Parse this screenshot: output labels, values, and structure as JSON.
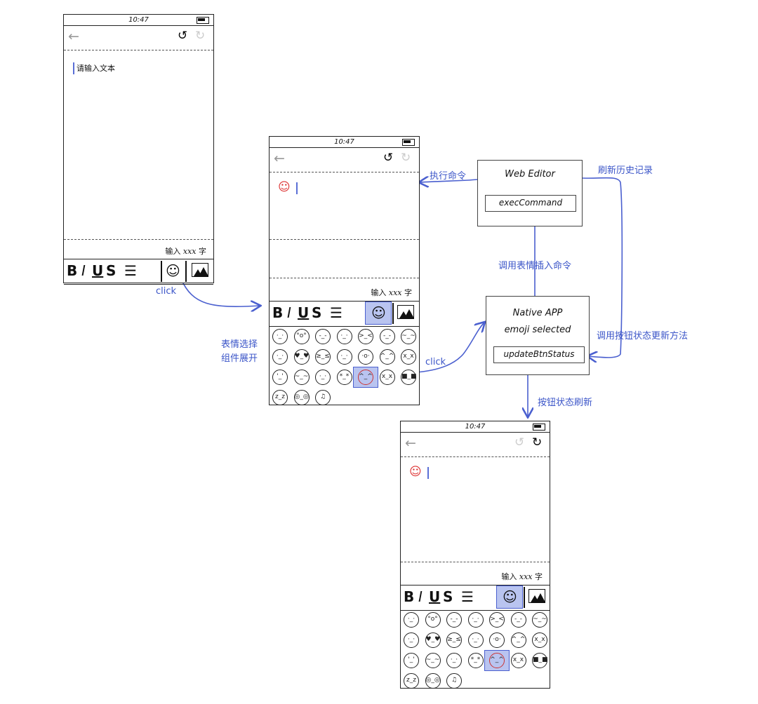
{
  "time": "10:47",
  "placeholder_text": "请输入文本",
  "word_count": {
    "prefix": "输入",
    "value": "xxx",
    "suffix": "字"
  },
  "toolbar": {
    "bold": "B",
    "italic": "I",
    "underline": "U",
    "strike": "S",
    "list": "☰"
  },
  "boxes": {
    "web_editor": {
      "title": "Web Editor",
      "method": "execCommand"
    },
    "native_app": {
      "title_line1": "Native APP",
      "title_line2": "emoji selected",
      "method": "updateBtnStatus"
    }
  },
  "labels": {
    "click_1": "click",
    "click_2": "click",
    "execute_command": "执行命令",
    "refresh_history": "刷新历史记录",
    "call_emoji_insert": "调用表情插入命令",
    "call_update_status": "调用按钮状态更新方法",
    "button_state_refresh": "按钮状态刷新",
    "emoji_panel_expand_line1": "表情选择",
    "emoji_panel_expand_line2": "组件展开"
  },
  "emoji_grid": {
    "rows": [
      [
        "·_·",
        "°o°",
        "-_-",
        "·_·",
        ">_<",
        "-_-",
        "~_~"
      ],
      [
        "·_·",
        "♥_♥",
        "≥_≤",
        "·_·",
        "·o·",
        "^_^",
        "x_x"
      ],
      [
        "'_'",
        "~_~",
        "·_·",
        "*_*",
        "^_^",
        "x_x",
        "■_■"
      ],
      [
        "z_z",
        "◎_◎",
        "♫"
      ]
    ],
    "selected": [
      2,
      4
    ]
  },
  "colors": {
    "accent": "#3b55c8",
    "highlight": "#b9c4f0"
  }
}
